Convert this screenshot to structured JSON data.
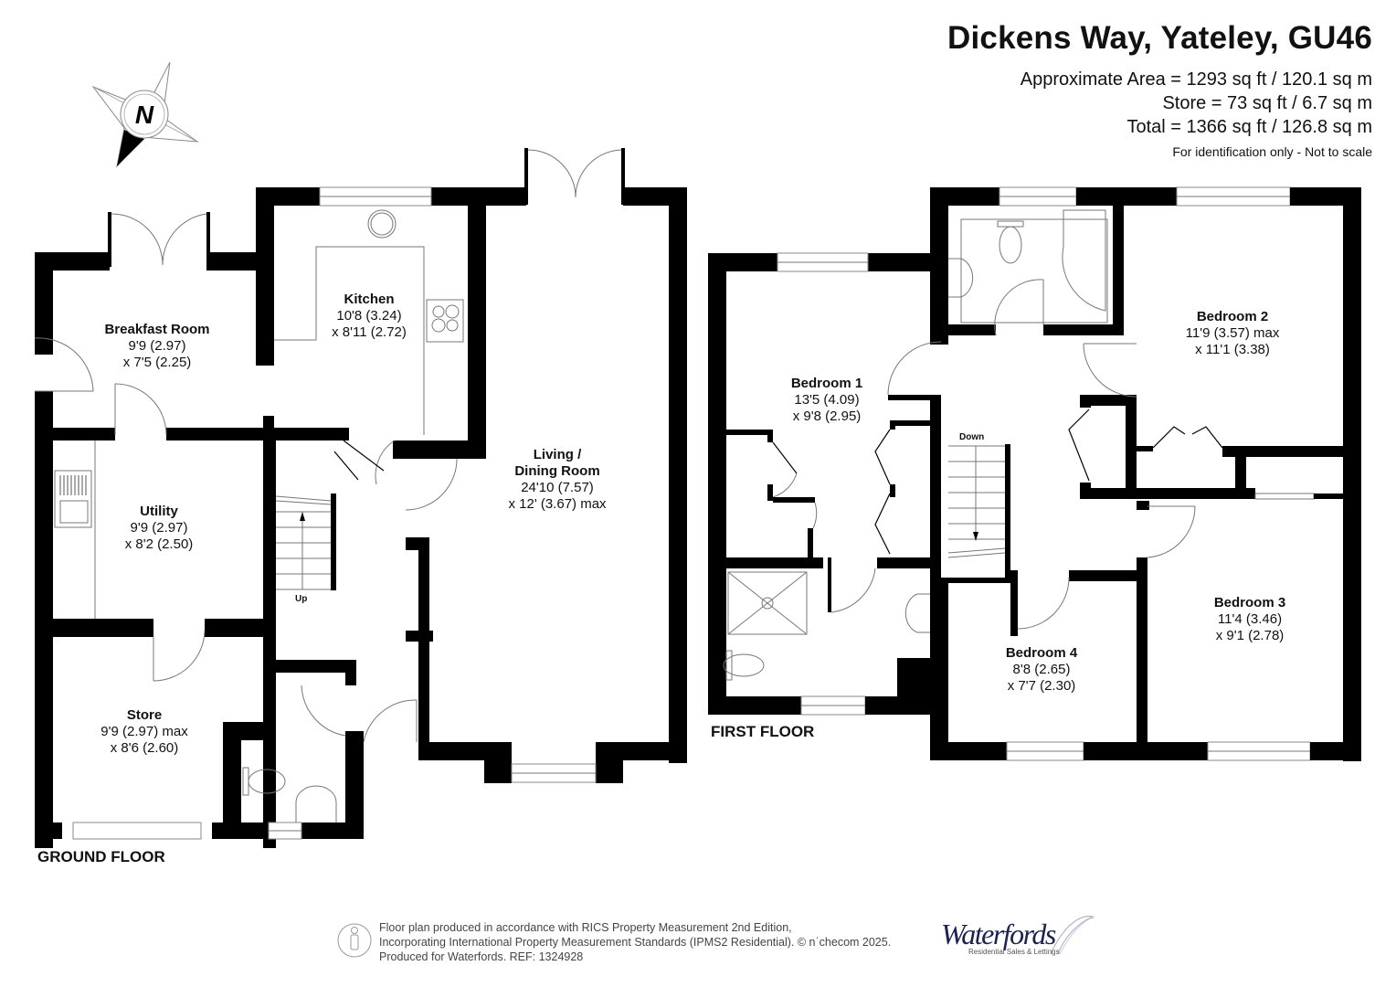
{
  "header": {
    "title": "Dickens Way, Yateley, GU46",
    "areas": [
      "Approximate Area = 1293 sq ft / 120.1 sq m",
      "Store = 73 sq ft / 6.7 sq m",
      "Total = 1366 sq ft / 126.8 sq m"
    ],
    "note": "For identification only - Not to scale"
  },
  "compass": {
    "icon": "north-compass-icon",
    "letter": "N"
  },
  "ground_floor": {
    "label": "GROUND FLOOR",
    "stairs_label": "Up",
    "rooms": [
      {
        "name": "Breakfast Room",
        "dim1": "9'9 (2.97)",
        "dim2": "x 7'5 (2.25)"
      },
      {
        "name": "Kitchen",
        "dim1": "10'8 (3.24)",
        "dim2": "x 8'11 (2.72)"
      },
      {
        "name": "Living /",
        "name2": "Dining Room",
        "dim1": "24'10 (7.57)",
        "dim2": "x 12' (3.67) max"
      },
      {
        "name": "Utility",
        "dim1": "9'9 (2.97)",
        "dim2": "x 8'2 (2.50)"
      },
      {
        "name": "Store",
        "dim1": "9'9 (2.97) max",
        "dim2": "x 8'6 (2.60)"
      }
    ]
  },
  "first_floor": {
    "label": "FIRST FLOOR",
    "stairs_label": "Down",
    "rooms": [
      {
        "name": "Bedroom 1",
        "dim1": "13'5 (4.09)",
        "dim2": "x 9'8 (2.95)"
      },
      {
        "name": "Bedroom 2",
        "dim1": "11'9 (3.57) max",
        "dim2": "x 11'1 (3.38)"
      },
      {
        "name": "Bedroom 3",
        "dim1": "11'4 (3.46)",
        "dim2": "x 9'1 (2.78)"
      },
      {
        "name": "Bedroom 4",
        "dim1": "8'8 (2.65)",
        "dim2": "x 7'7 (2.30)"
      }
    ]
  },
  "footer": {
    "icon": "person-outline-icon",
    "lines": [
      "Floor plan produced in accordance with RICS Property Measurement 2nd Edition,",
      "Incorporating International Property Measurement Standards (IPMS2 Residential).   © nʿchecom 2025.",
      "Produced for Waterfords.   REF:  1324928"
    ]
  },
  "brand": {
    "name": "Waterfords",
    "tagline": "Residential Sales & Lettings",
    "color": "#1a2350"
  }
}
